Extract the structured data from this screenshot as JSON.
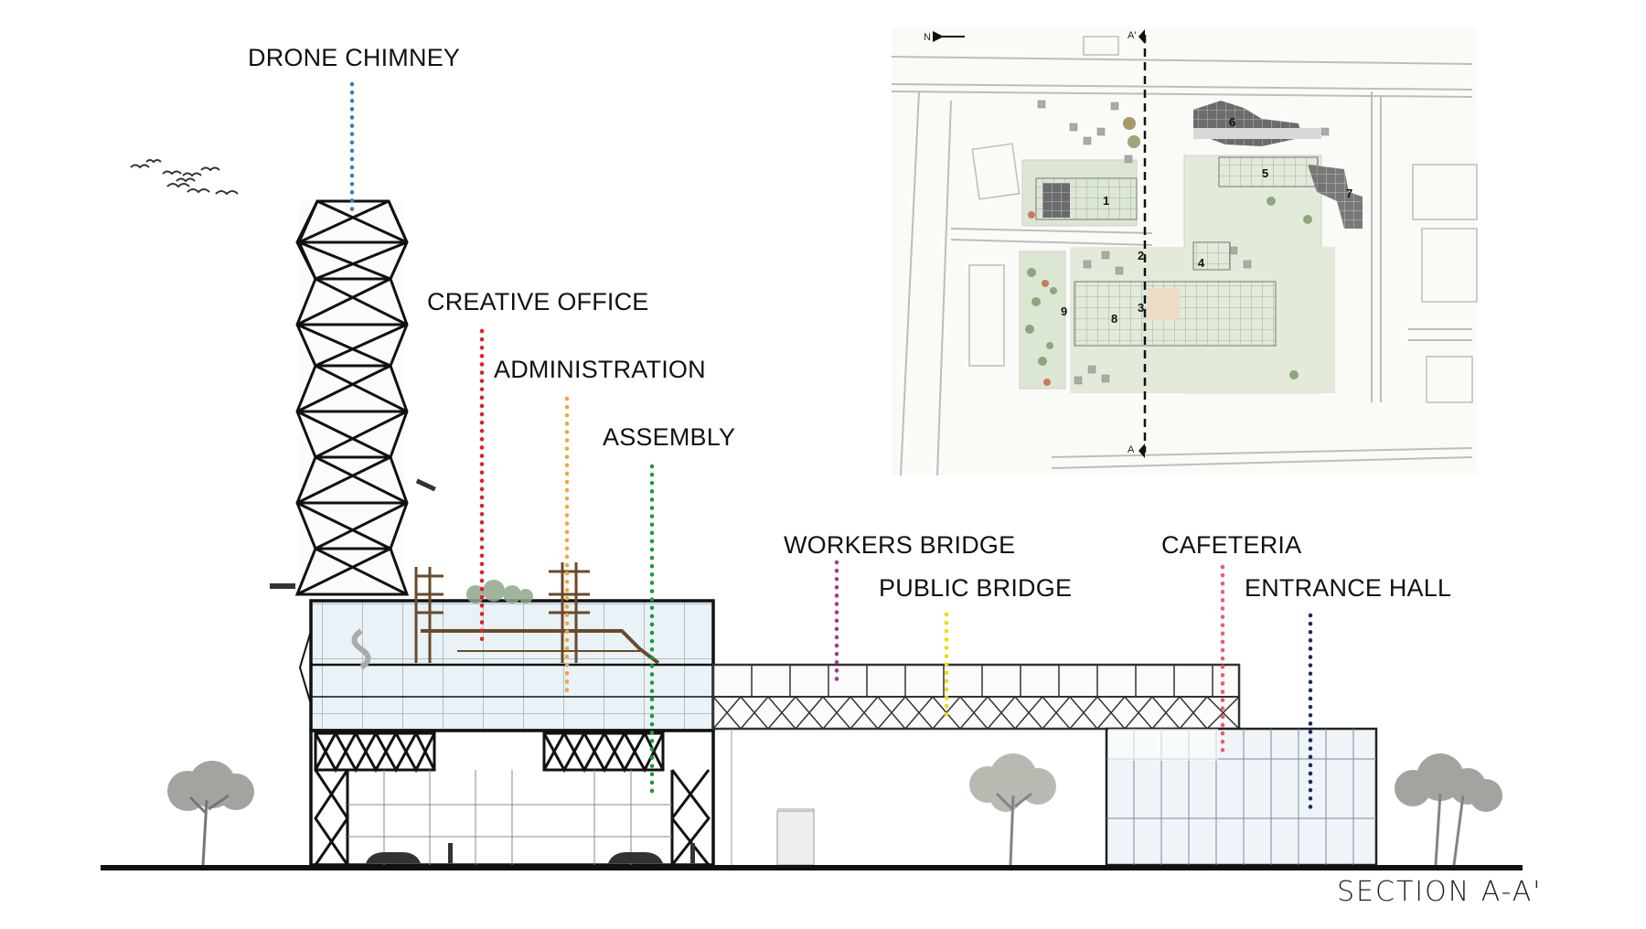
{
  "title": "SECTION A-A'",
  "labels": {
    "drone_chimney": "DRONE CHIMNEY",
    "creative_office": "CREATIVE OFFICE",
    "administration": "ADMINISTRATION",
    "assembly": "ASSEMBLY",
    "workers_bridge": "WORKERS BRIDGE",
    "public_bridge": "PUBLIC BRIDGE",
    "cafeteria": "CAFETERIA",
    "entrance_hall": "ENTRANCE HALL"
  },
  "site_plan": {
    "zones": [
      "1",
      "2",
      "3",
      "4",
      "5",
      "6",
      "7",
      "8",
      "9"
    ],
    "section_marks": {
      "top": "A'",
      "bottom": "A"
    },
    "north_label": "N"
  },
  "colors": {
    "drone_chimney": "#3b7fb0",
    "creative_office": "#e02020",
    "administration": "#f5a340",
    "assembly": "#1a9a3a",
    "workers_bridge": "#a23a9a",
    "public_bridge": "#f2d800",
    "cafeteria": "#f05a6a",
    "entrance_hall": "#1c2a66"
  }
}
